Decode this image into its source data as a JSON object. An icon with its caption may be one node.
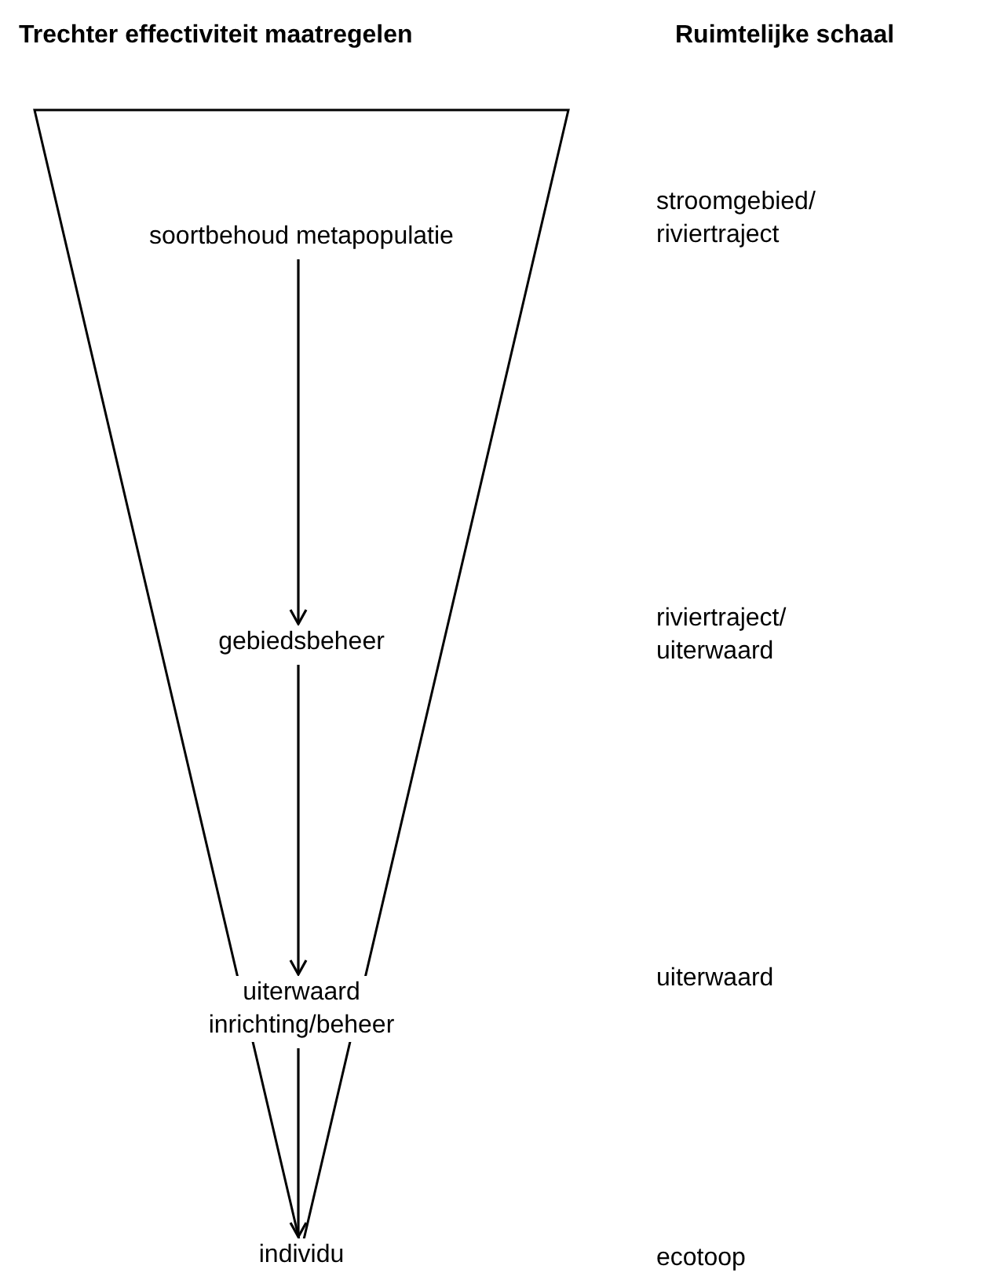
{
  "diagram": {
    "title": "Trechter effectiviteit maatregelen",
    "nodes": [
      {
        "text": [
          "soortbehoud metapopulatie"
        ]
      },
      {
        "text": [
          "gebiedsbeheer"
        ]
      },
      {
        "text": [
          "uiterwaard inrichting/beheer"
        ]
      },
      {
        "text": [
          "individu"
        ]
      }
    ],
    "edges": [
      {
        "from": 0,
        "to": 1,
        "arrow": "to"
      },
      {
        "from": 1,
        "to": 2,
        "arrow": "to"
      },
      {
        "from": 2,
        "to": 3,
        "arrow": "to"
      }
    ],
    "labels": [
      "Ruimtelijke schaal",
      "stroomgebied/ riviertraject",
      "riviertraject/ uiterwaard",
      "uiterwaard",
      "ecotoop"
    ]
  }
}
